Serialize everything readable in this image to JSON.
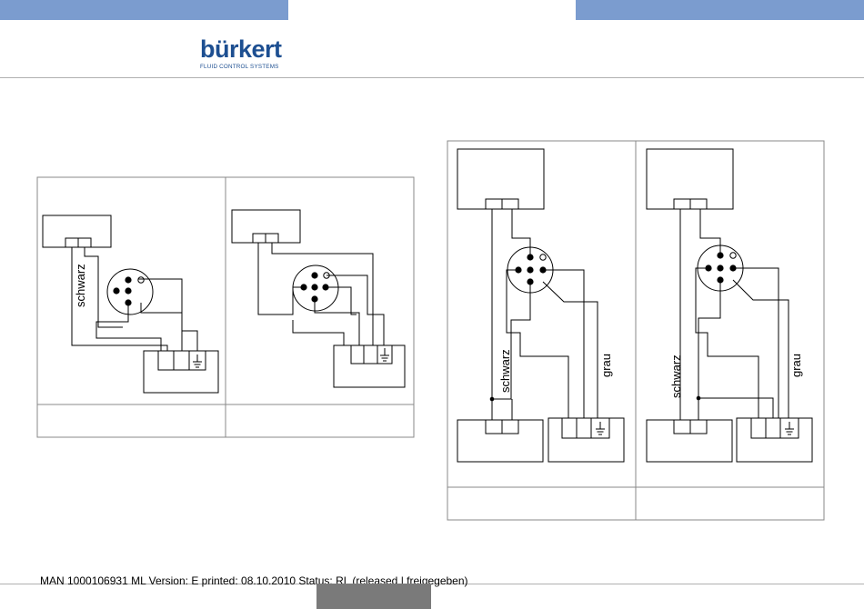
{
  "header": {
    "logo_word": "bürkert",
    "logo_tagline": "FLUID CONTROL SYSTEMS"
  },
  "diagrams": {
    "left": {
      "wire_label_1": "schwarz"
    },
    "right": {
      "panel_1": {
        "wire_label_1": "schwarz",
        "wire_label_2": "grau"
      },
      "panel_2": {
        "wire_label_1": "schwarz",
        "wire_label_2": "grau"
      }
    }
  },
  "footer": {
    "text": "MAN  1000106931  ML  Version: E  printed: 08.10.2010 Status: RL (released | freigegeben)"
  },
  "colors": {
    "top_bar": "#7b9ccf",
    "logo": "#1d4f91",
    "footer_tab": "#7a7a7a"
  }
}
